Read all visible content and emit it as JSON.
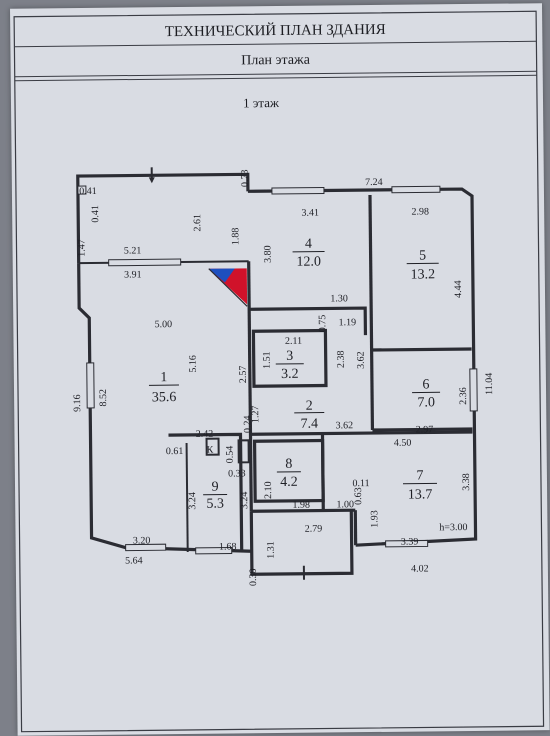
{
  "header": {
    "title": "ТЕХНИЧЕСКИЙ ПЛАН ЗДАНИЯ",
    "subtitle": "План этажа",
    "floor": "1 этаж"
  },
  "rooms": [
    {
      "id": "r1",
      "number": "1",
      "area": "35.6"
    },
    {
      "id": "r2",
      "number": "2",
      "area": "7.4"
    },
    {
      "id": "r3",
      "number": "3",
      "area": "3.2"
    },
    {
      "id": "r4",
      "number": "4",
      "area": "12.0"
    },
    {
      "id": "r5",
      "number": "5",
      "area": "13.2"
    },
    {
      "id": "r6",
      "number": "6",
      "area": "7.0"
    },
    {
      "id": "r7",
      "number": "7",
      "area": "13.7"
    },
    {
      "id": "r8",
      "number": "8",
      "area": "4.2"
    },
    {
      "id": "r9",
      "number": "9",
      "area": "5.3"
    }
  ],
  "dimensions": [
    "0.73",
    "7.24",
    "0.41",
    "0.41",
    "2.61",
    "1.88",
    "1.47",
    "5.21",
    "3.91",
    "3.41",
    "2.98",
    "3.80",
    "4.44",
    "5.00",
    "5.16",
    "8.52",
    "9.16",
    "1.30",
    "0.75",
    "1.19",
    "2.11",
    "1.51",
    "2.38",
    "3.62",
    "2.57",
    "11.04",
    "2.36",
    "1.27",
    "3.62",
    "2.97",
    "0.24",
    "2.42",
    "0.61",
    "0.54",
    "0.33",
    "4.50",
    "0.11",
    "3.38",
    "2.10",
    "3.24",
    "3.24",
    "1.98",
    "1.00",
    "0.63",
    "1.93",
    "3.20",
    "1.68",
    "2.79",
    "1.31",
    "5.64",
    "0.30",
    "3.39",
    "4.02",
    "h=3.00"
  ],
  "markers": {
    "k_label": "К"
  },
  "colors": {
    "paper": "#d9dce3",
    "ink": "#2b2c33",
    "flag_blue": "#1d4fbf",
    "flag_red": "#d0122a"
  }
}
